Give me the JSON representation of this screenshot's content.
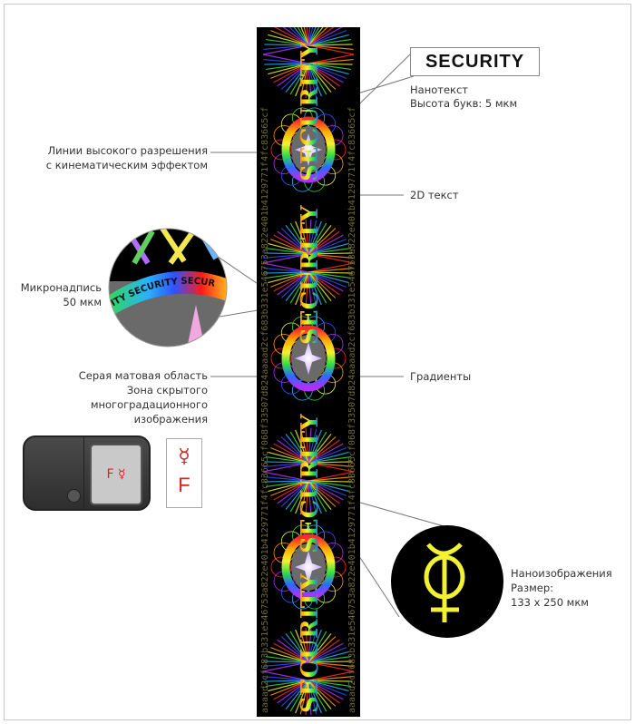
{
  "callouts": {
    "security_box": "SECURITY",
    "nanotext_title": "Нанотекст",
    "nanotext_height": "Высота букв: 5 мкм",
    "lines_1": "Линии высокого разрешения",
    "lines_2": "с кинематическим эффектом",
    "text2d": "2D текст",
    "micro_title": "Микронадпись",
    "micro_size": "50 мкм",
    "gray_1": "Серая матовая область",
    "gray_2": "Зона скрытого",
    "gray_3": "многоградационного",
    "gray_4": "изображения",
    "gradients": "Градиенты",
    "nano_img_title": "Наноизображения",
    "nano_img_size_label": "Размер:",
    "nano_img_size": "133 x 250 мкм"
  },
  "strip": {
    "word": "SECURITY",
    "hex_text": "aaaad2cf683b331e546753a822e401b4129771f4fc83665cf068f33507d824aaaad2cf683b331e546753a822e401b4129771f4fc83665cf"
  },
  "micro_zoom_text": "RITY SECURITY SECUR",
  "device": {
    "symbol": "F ☿"
  },
  "card": {
    "symbol": "☿",
    "letter": "F"
  },
  "colors": {
    "strip_bg": "#000000",
    "symbol_yellow": "#f2f230",
    "mark_red": "#dd2222"
  }
}
